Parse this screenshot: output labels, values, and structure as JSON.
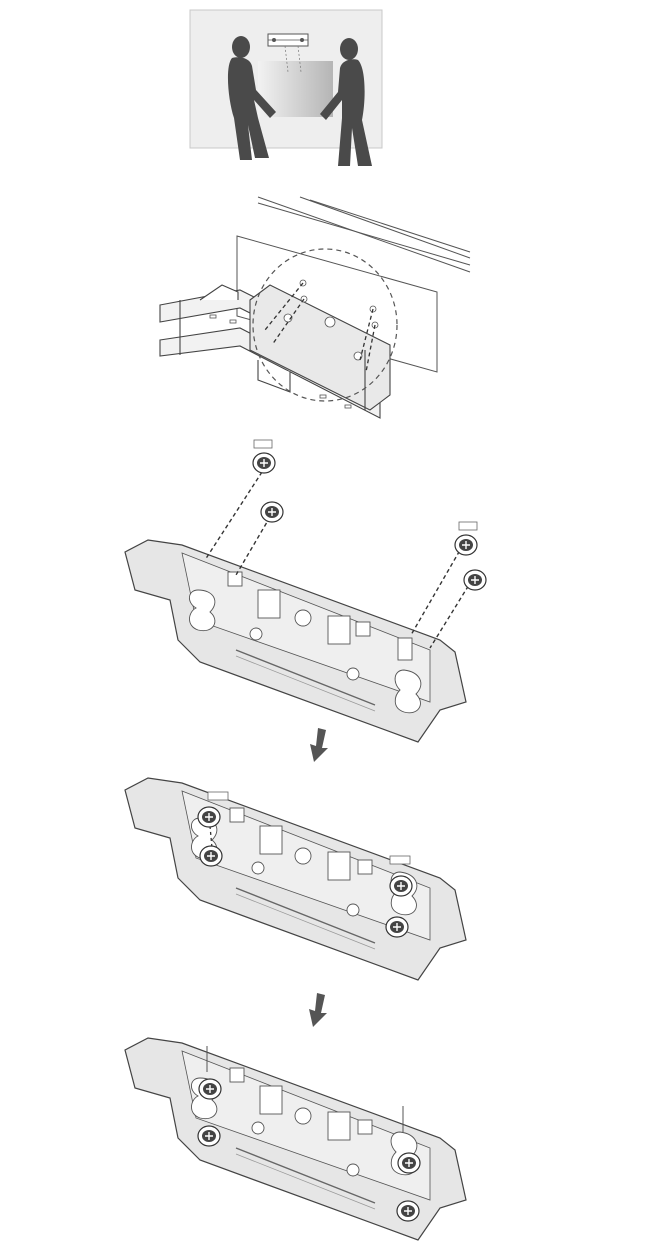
{
  "diagram": {
    "steps": [
      {
        "id": 1,
        "content": "two-people-lifting-tv-to-wall"
      },
      {
        "id": 2,
        "content": "bracket-aligned-to-wall-screws"
      },
      {
        "id": 3,
        "content": "bracket-with-screws-and-spacers-exploded"
      },
      {
        "id": 4,
        "content": "bracket-screws-inserted"
      },
      {
        "id": 5,
        "content": "bracket-screws-fastened"
      }
    ],
    "arrows": 2,
    "colors": {
      "line": "#444444",
      "bracket_fill": "#e6e6e6",
      "panel_bg": "#eeeeee",
      "silhouette": "#4a4a4a",
      "tv_gradient_start": "#f2f2f2",
      "tv_gradient_end": "#b5b5b5",
      "arrow": "#555555"
    }
  }
}
